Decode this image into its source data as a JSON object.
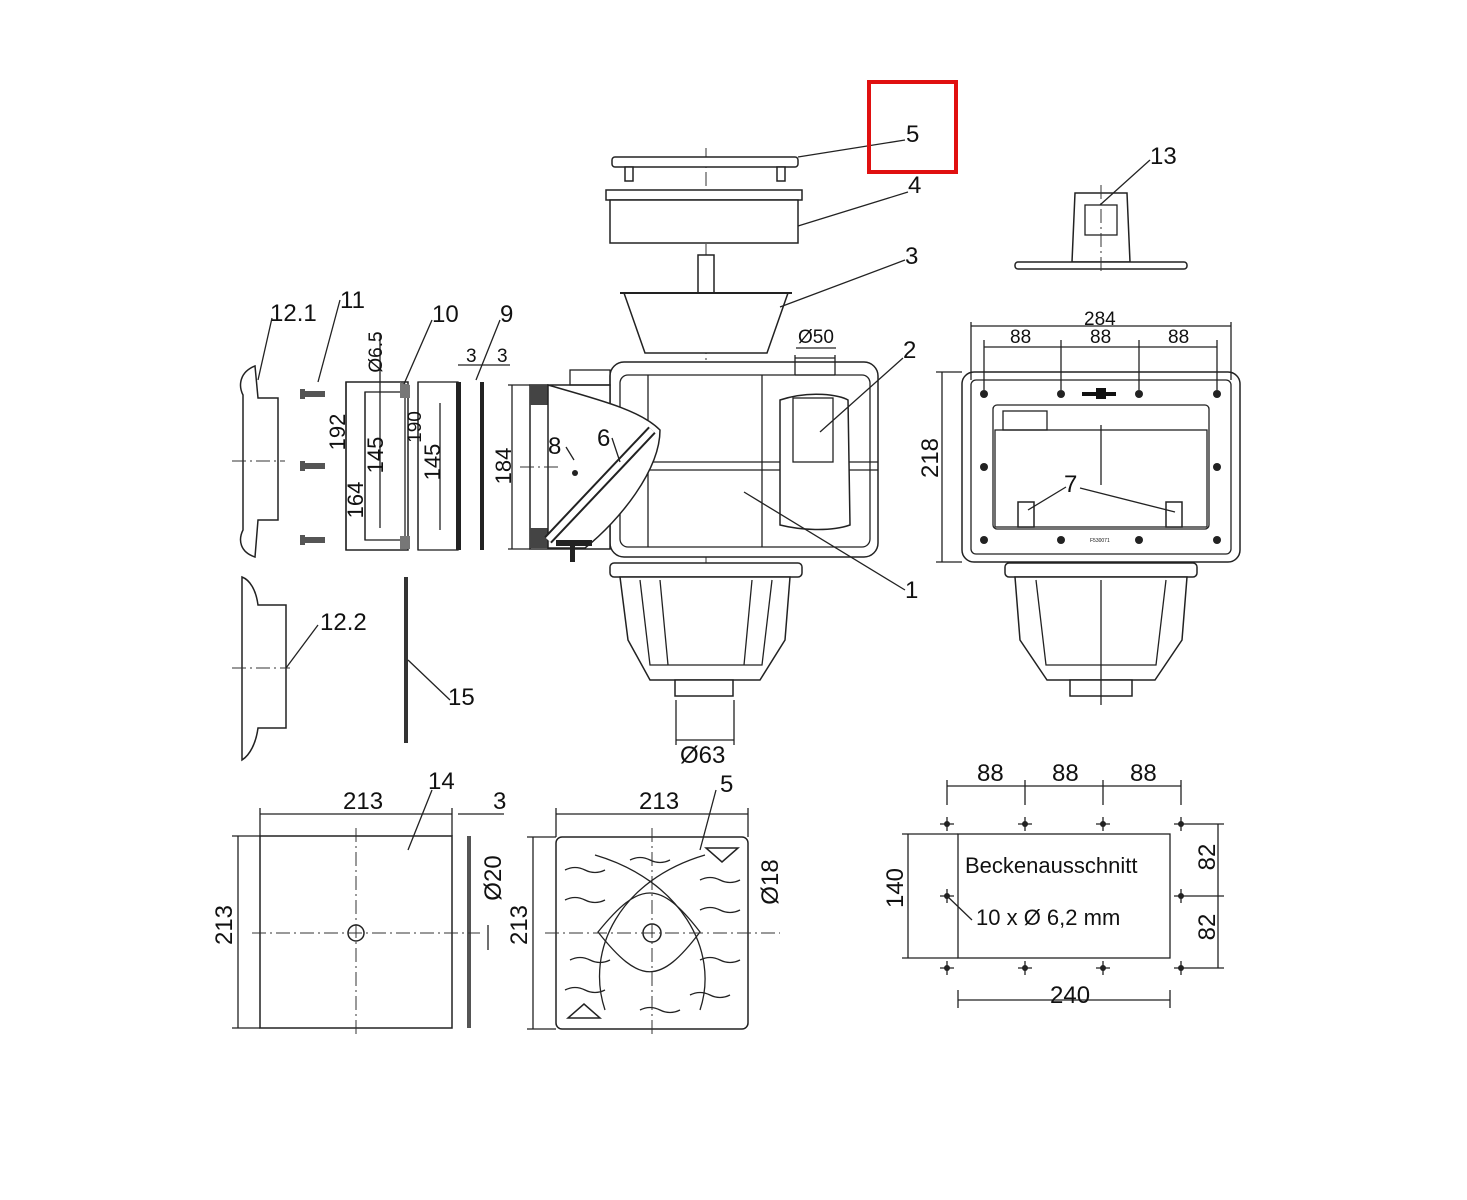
{
  "highlight": {
    "color": "#e01010",
    "target_label": "5"
  },
  "callouts": {
    "c5_top": "5",
    "c4": "4",
    "c3": "3",
    "c13": "13",
    "c12_1": "12.1",
    "c11": "11",
    "c10": "10",
    "c9": "9",
    "c2": "2",
    "c8": "8",
    "c6": "6",
    "c7": "7",
    "c1": "1",
    "c12_2": "12.2",
    "c15": "15",
    "c14": "14",
    "c5_bottom": "5"
  },
  "dimensions": {
    "gasket_t1": "3",
    "gasket_t2": "3",
    "d_6_5": "Ø6.5",
    "d_50": "Ø50",
    "w_284": "284",
    "pitch_a": "88",
    "pitch_b": "88",
    "pitch_c": "88",
    "h_218": "218",
    "h_192": "192",
    "h_190": "190",
    "h_145a": "145",
    "h_145b": "145",
    "h_164": "164",
    "h_184": "184",
    "d_63": "Ø63",
    "cover_w": "213",
    "cover_t": "3",
    "cover_h": "213",
    "d_20": "Ø20",
    "lid_w": "213",
    "lid_h": "213",
    "d_18": "Ø18",
    "cut_p1": "88",
    "cut_p2": "88",
    "cut_p3": "88",
    "cut_h": "140",
    "cut_v1": "82",
    "cut_v2": "82",
    "cut_w": "240"
  },
  "part_code": "F530071",
  "cutout": {
    "title": "Beckenausschnitt",
    "holes": "10 x Ø 6,2 mm"
  }
}
